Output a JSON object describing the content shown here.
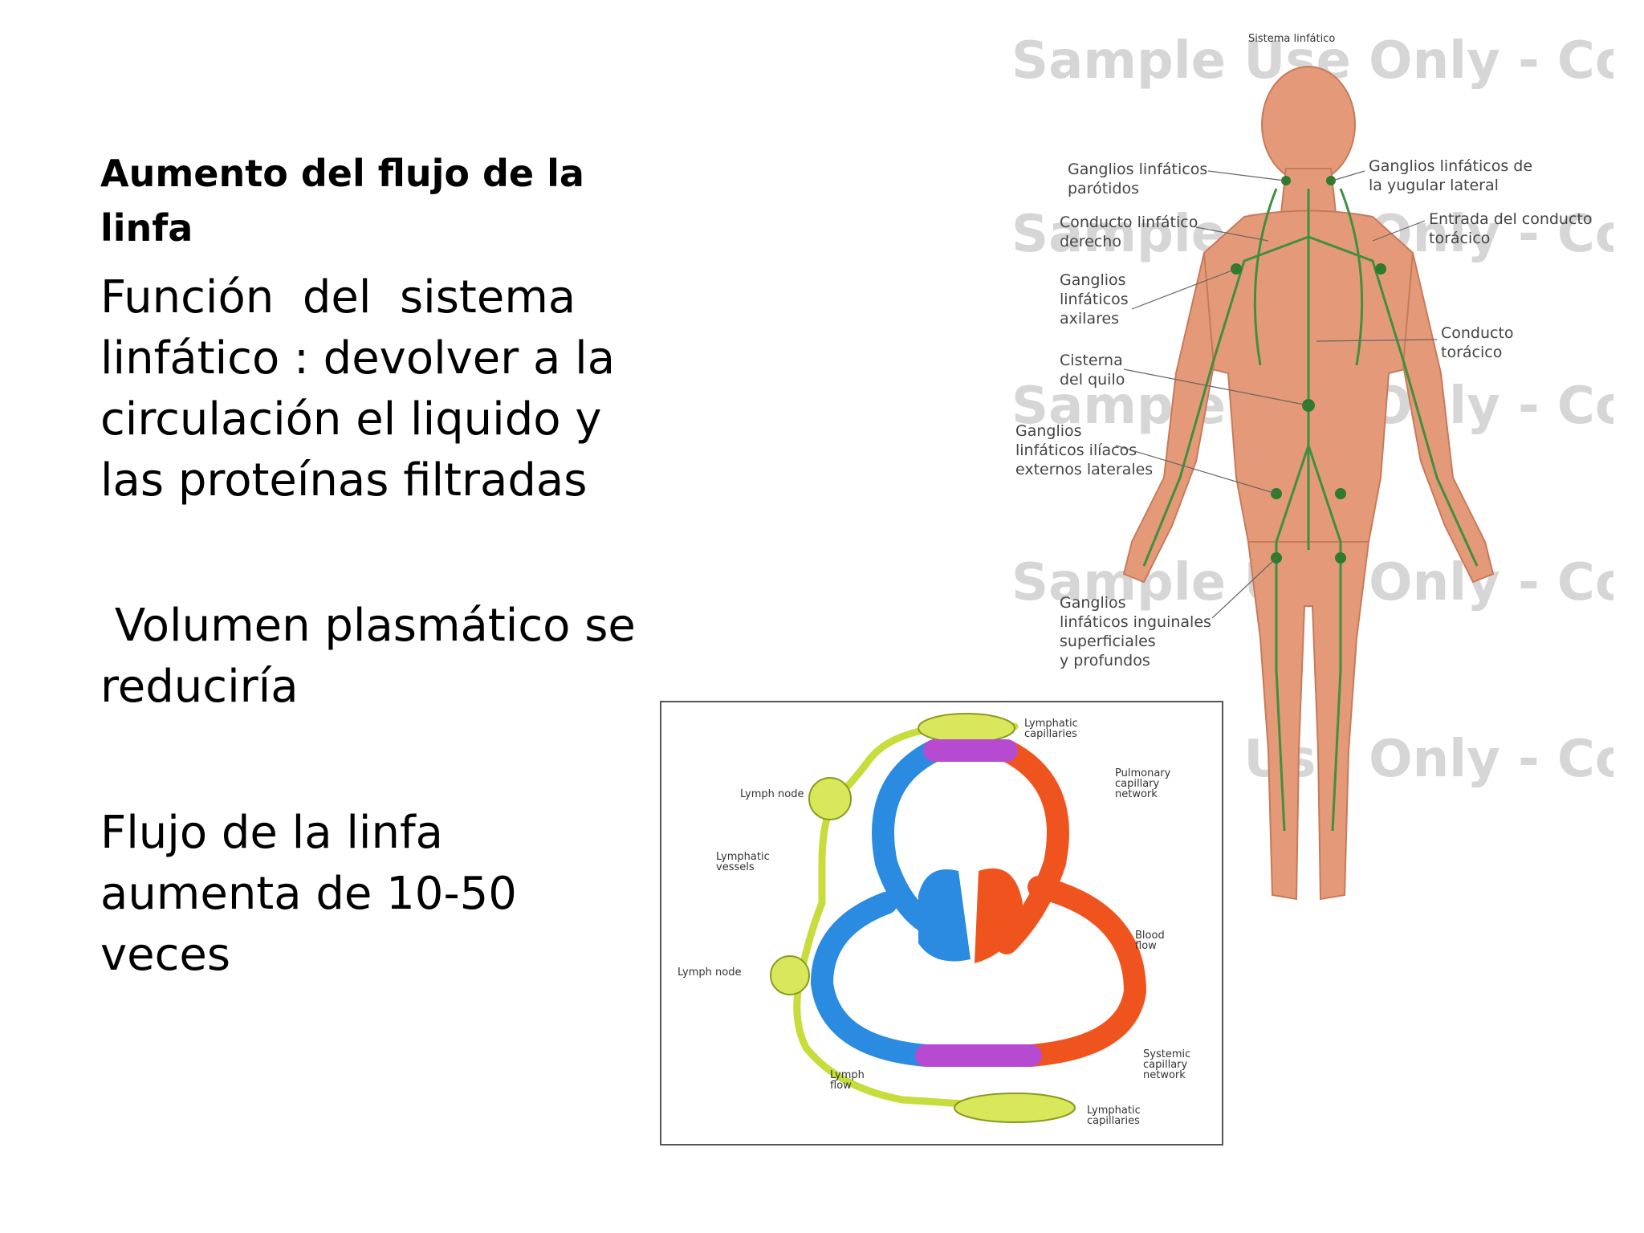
{
  "slide": {
    "title": "Aumento del flujo de la linfa",
    "paragraphs": [
      "Función  del  sistema linfático : devolver a la circulación el liquido y las proteínas filtradas",
      " Volumen plasmático se reduciría",
      "Flujo de la linfa aumenta de 10-50 veces"
    ]
  },
  "figure_body": {
    "title": "Sistema linfático",
    "watermark": "Sample Use Only - Co",
    "labels_left": [
      "Ganglios linfáticos",
      "parótidos",
      "Conducto linfático",
      "derecho",
      "Ganglios",
      "linfáticos",
      "axilares",
      "Cisterna",
      "del quilo",
      "Ganglios",
      "linfáticos ilíacos",
      "externos laterales",
      "Ganglios",
      "linfáticos inguinales",
      "superficiales",
      "y profundos"
    ],
    "labels_right": [
      "Ganglios linfáticos de",
      "la yugular lateral",
      "Entrada del conducto",
      "torácico",
      "Conducto",
      "torácico"
    ],
    "colors": {
      "skin": "#e49a78",
      "lymph": "#3f8f3f"
    }
  },
  "figure_circulation": {
    "labels": {
      "lymphatic_capillaries_top": [
        "Lymphatic",
        "capillaries"
      ],
      "pulmonary": [
        "Pulmonary",
        "capillary",
        "network"
      ],
      "lymph_node_top": "Lymph node",
      "lymphatic_vessels": [
        "Lymphatic",
        "vessels"
      ],
      "blood_flow": [
        "Blood",
        "flow"
      ],
      "lymph_node_bottom": "Lymph node",
      "lymph_flow": [
        "Lymph",
        "flow"
      ],
      "systemic": [
        "Systemic",
        "capillary",
        "network"
      ],
      "lymphatic_capillaries_bottom": [
        "Lymphatic",
        "capillaries"
      ]
    },
    "colors": {
      "venous": "#2a8be0",
      "arterial": "#f0541e",
      "lymph": "#c8dc3c",
      "mix": "#b64ad0"
    }
  }
}
